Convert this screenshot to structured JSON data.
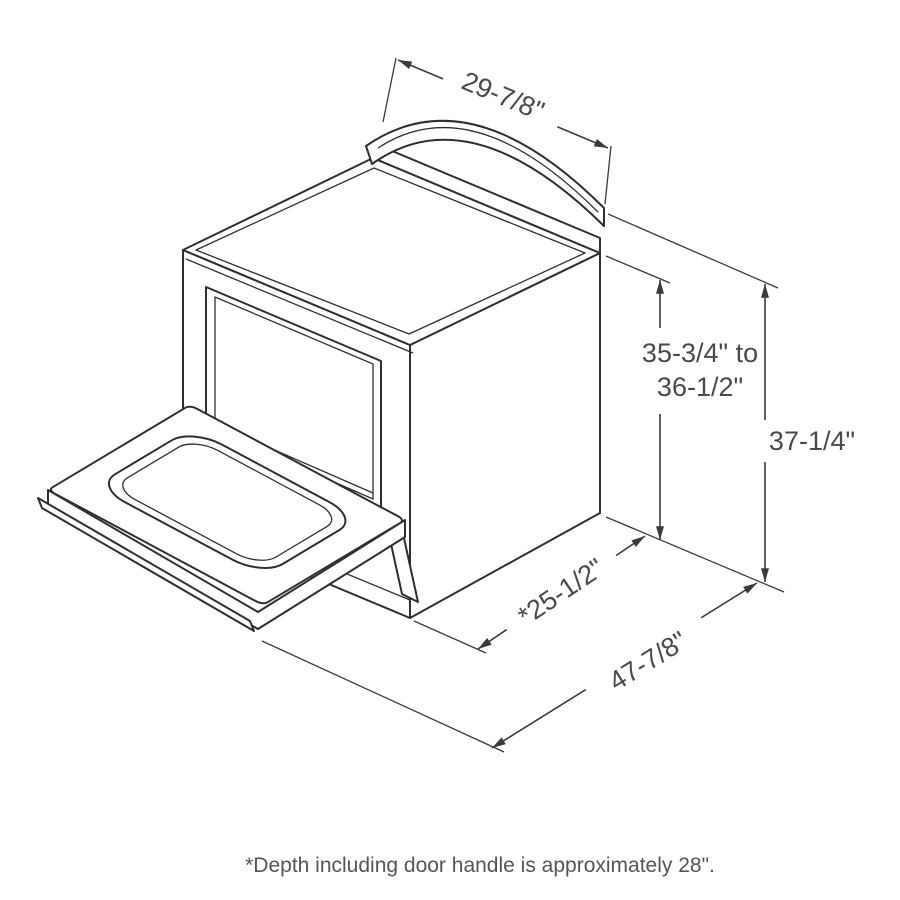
{
  "diagram": {
    "subject": "range-dimensions-line-drawing",
    "dimensions": {
      "top_width": "29-7/8\"",
      "counter_height_line1": "35-3/4\" to",
      "counter_height_line2": "36-1/2\"",
      "overall_height": "37-1/4\"",
      "depth": "*25-1/2\"",
      "depth_door_open": "47-7/8\""
    },
    "footnote": "*Depth including door handle is approximately 28\".",
    "colors": {
      "background": "#ffffff",
      "line": "#2f2f2f",
      "dimension_line": "#3a3a3a",
      "label_text": "#4a4a4a"
    }
  }
}
